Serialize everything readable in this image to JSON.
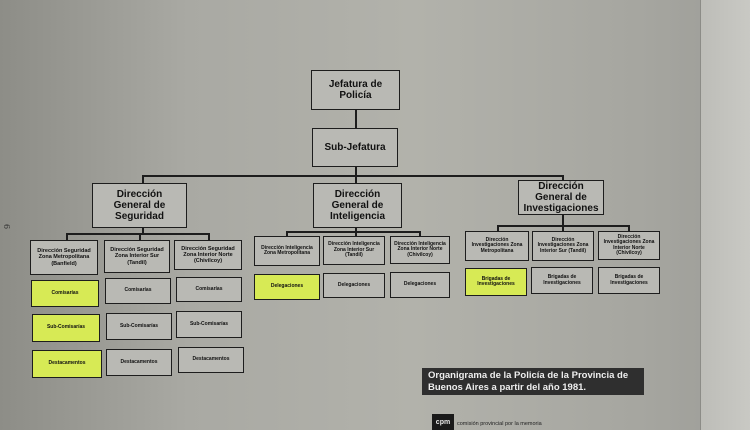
{
  "side_mark": "6",
  "top": {
    "jefatura": "Jefatura de Policía",
    "subjefatura": "Sub-Jefatura"
  },
  "directions": {
    "seguridad": "Dirección General de Seguridad",
    "inteligencia": "Dirección General de Inteligencia",
    "investigaciones": "Dirección General de Investigaciones"
  },
  "seguridad_cols": [
    {
      "header": "Dirección Seguridad Zona Metropolitana (Banfield)",
      "items": [
        "Comisarías",
        "Sub-Comisarías",
        "Destacamentos"
      ]
    },
    {
      "header": "Dirección Seguridad Zona Interior Sur (Tandil)",
      "items": [
        "Comisarías",
        "Sub-Comisarías",
        "Destacamentos"
      ]
    },
    {
      "header": "Dirección Seguridad Zona Interior Norte (Chivilcoy)",
      "items": [
        "Comisarías",
        "Sub-Comisarías",
        "Destacamentos"
      ]
    }
  ],
  "inteligencia_cols": [
    {
      "header": "Dirección Inteligencia Zona Metropolitana",
      "items": [
        "Delegaciones"
      ]
    },
    {
      "header": "Dirección Inteligencia Zona Interior Sur (Tandil)",
      "items": [
        "Delegaciones"
      ]
    },
    {
      "header": "Dirección Inteligencia Zona Interior Norte (Chivilcoy)",
      "items": [
        "Delegaciones"
      ]
    }
  ],
  "investigaciones_cols": [
    {
      "header": "Dirección Investigaciones Zona Metropolitana",
      "items": [
        "Brigadas de Investigaciones"
      ]
    },
    {
      "header": "Dirección Investigaciones Zona Interior Sur (Tandil)",
      "items": [
        "Brigadas de Investigaciones"
      ]
    },
    {
      "header": "Dirección Investigaciones Zona Interior Norte (Chivilcoy)",
      "items": [
        "Brigadas de Investigaciones"
      ]
    }
  ],
  "caption": "Organigrama de la Policía de la Provincia de Buenos Aires a partir del año 1981.",
  "footer": {
    "logo": "cpm",
    "text": "comisión provincial por la memoria"
  },
  "colors": {
    "highlight": "#d7ea55",
    "box": "#b9b9b4",
    "line": "#1d1d1d"
  }
}
